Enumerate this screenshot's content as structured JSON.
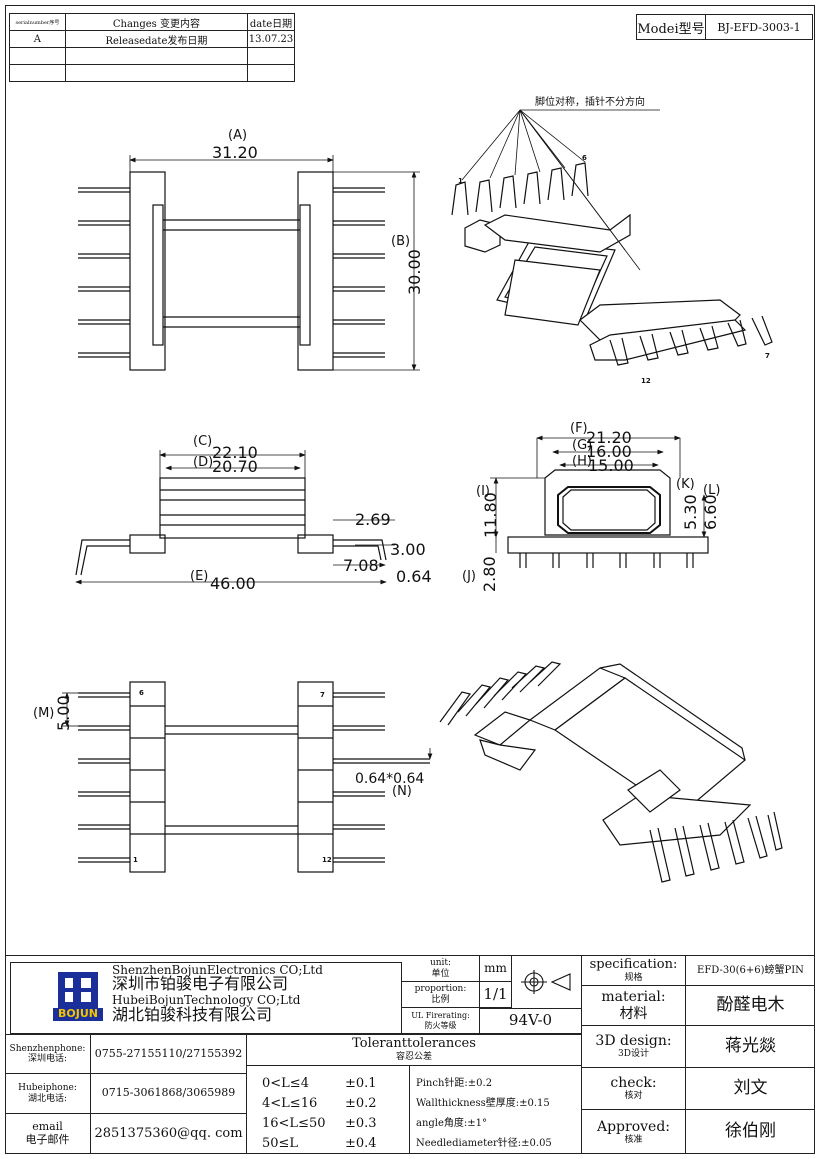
{
  "revision": {
    "headers": {
      "serial": "serialnumber序号",
      "changes": "Changes 变更内容",
      "date": "date日期"
    },
    "rows": [
      {
        "serial": "A",
        "changes": "Releasedate发布日期",
        "date": "13.07.23"
      },
      {
        "serial": "",
        "changes": "",
        "date": ""
      },
      {
        "serial": "",
        "changes": "",
        "date": ""
      }
    ]
  },
  "model": {
    "label": "Modei型号",
    "value": "BJ-EFD-3003-1"
  },
  "drawing": {
    "note": "脚位对称，插针不分方向",
    "dims": {
      "A_label": "(A)",
      "A_val": "31.20",
      "B_label": "(B)",
      "B_val": "30.00",
      "C_label": "(C)",
      "C_val": "22.10",
      "D_label": "(D)",
      "D_val": "20.70",
      "E_label": "(E)",
      "E_val": "46.00",
      "d269": "2.69",
      "d300": "3.00",
      "d708": "7.08",
      "d064": "0.64",
      "F_label": "(F)",
      "F_val": "21.20",
      "G_label": "(G)",
      "G_val": "16.00",
      "H_label": "(H)",
      "H_val": "15.00",
      "I_label": "(I)",
      "I_val": "11.80",
      "J_label": "(J)",
      "J_val": "2.80",
      "K_label": "(K)",
      "K_val": "5.30",
      "L_label": "(L)",
      "L_val": "6.60",
      "M_label": "(M)",
      "M_val": "5.00",
      "N_label": "(N)",
      "N_val": "0.64*0.64"
    },
    "pins": {
      "p1": "1",
      "p6": "6",
      "p7": "7",
      "p12": "12"
    }
  },
  "title_block": {
    "logo_text": "BOJUN",
    "company_en_1": "ShenzhenBojunElectronics CO;Ltd",
    "company_cn_1": "深圳市铂骏电子有限公司",
    "company_en_2": "HubeiBojunTechnology CO;Ltd",
    "company_cn_2": "湖北铂骏科技有限公司",
    "unit_label_en": "unit:",
    "unit_label_cn": "单位",
    "unit_value": "mm",
    "proportion_label_en": "proportion:",
    "proportion_label_cn": "比例",
    "proportion_value": "1/1",
    "ul_label_en": "UL Firerating:",
    "ul_label_cn": "防火等级",
    "ul_value": "94V-0",
    "spec_label_en": "specification:",
    "spec_label_cn": "规格",
    "spec_value": "EFD-30(6+6)螃蟹PIN",
    "material_label_en": "material:",
    "material_label_cn": "材料",
    "material_value": "酚醛电木",
    "design_label_en": "3D design:",
    "design_label_cn": "3D设计",
    "design_value": "蒋光燚",
    "check_label_en": "check:",
    "check_label_cn": "核对",
    "check_value": "刘文",
    "approved_label_en": "Approved:",
    "approved_label_cn": "核准",
    "approved_value": "徐伯刚",
    "sz_phone_label_en": "Shenzhenphone:",
    "sz_phone_label_cn": "深圳电话:",
    "sz_phone_value": "0755-27155110/27155392",
    "hb_phone_label_en": "Hubeiphone:",
    "hb_phone_label_cn": "湖北电话:",
    "hb_phone_value": "0715-3061868/3065989",
    "email_label_en": "email",
    "email_label_cn": "电子邮件",
    "email_value": "2851375360@qq. com",
    "tol_title_en": "Toleranttolerances",
    "tol_title_cn": "容忍公差",
    "tol_ranges": [
      "0<L≤4",
      "4<L≤16",
      "16<L≤50",
      "50≤L"
    ],
    "tol_values": [
      "±0.1",
      "±0.2",
      "±0.3",
      "±0.4"
    ],
    "tol_notes": [
      "Pinch针距:±0.2",
      "Wallthickness壁厚度:±0.15",
      "angle角度:±1°",
      "Needlediameter针径:±0.05"
    ]
  }
}
